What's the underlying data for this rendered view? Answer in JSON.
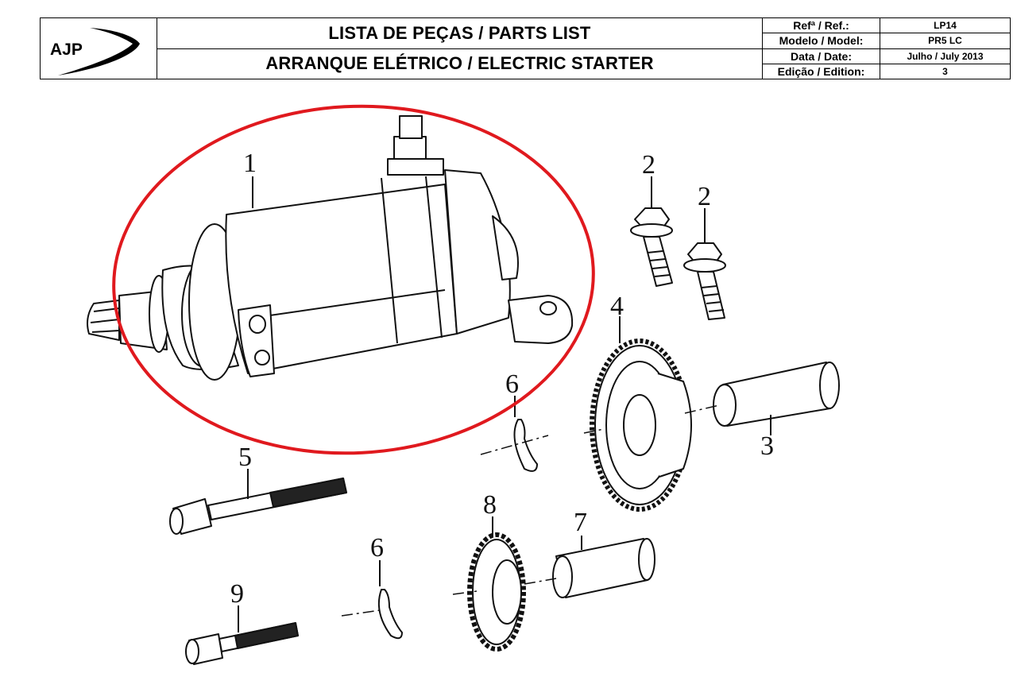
{
  "logo": {
    "text": "AJP"
  },
  "title": {
    "line1": "LISTA DE PEÇAS / PARTS LIST",
    "line2": "ARRANQUE ELÉTRICO / ELECTRIC STARTER"
  },
  "meta": [
    {
      "label": "Refª / Ref.:",
      "value": "LP14"
    },
    {
      "label": "Modelo / Model:",
      "value": "PR5 LC"
    },
    {
      "label": "Data / Date:",
      "value": "Julho / July 2013"
    },
    {
      "label": "Edição / Edition:",
      "value": "3"
    }
  ],
  "callouts": {
    "c1": "1",
    "c2a": "2",
    "c2b": "2",
    "c3": "3",
    "c4": "4",
    "c5": "5",
    "c6a": "6",
    "c6b": "6",
    "c7": "7",
    "c8": "8",
    "c9": "9"
  },
  "colors": {
    "highlight": "#e0191e",
    "line": "#111111"
  }
}
